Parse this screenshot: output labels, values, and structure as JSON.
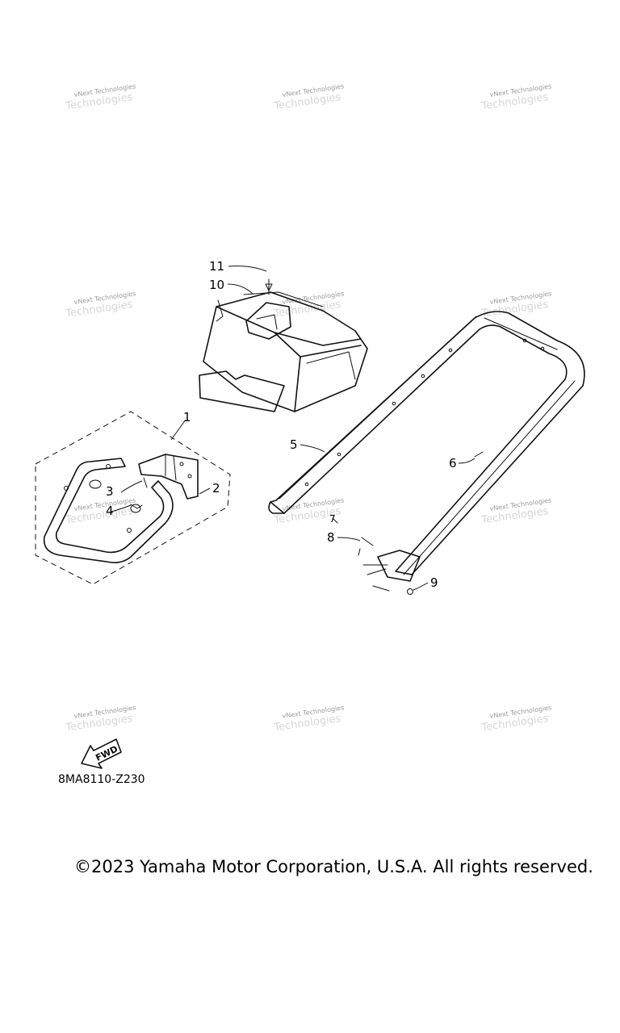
{
  "watermark": {
    "line1": "vNext Technologies",
    "line2": "Technologies"
  },
  "callouts": {
    "c1": "1",
    "c2": "2",
    "c3": "3",
    "c4": "4",
    "c5": "5",
    "c6": "6",
    "c7": "7",
    "c8": "8",
    "c9": "9",
    "c10": "10",
    "c11": "11"
  },
  "fwd_label": "FWD",
  "diagram_code": "8MA8110-Z230",
  "copyright": "©2023 Yamaha Motor Corporation, U.S.A. All rights reserved."
}
